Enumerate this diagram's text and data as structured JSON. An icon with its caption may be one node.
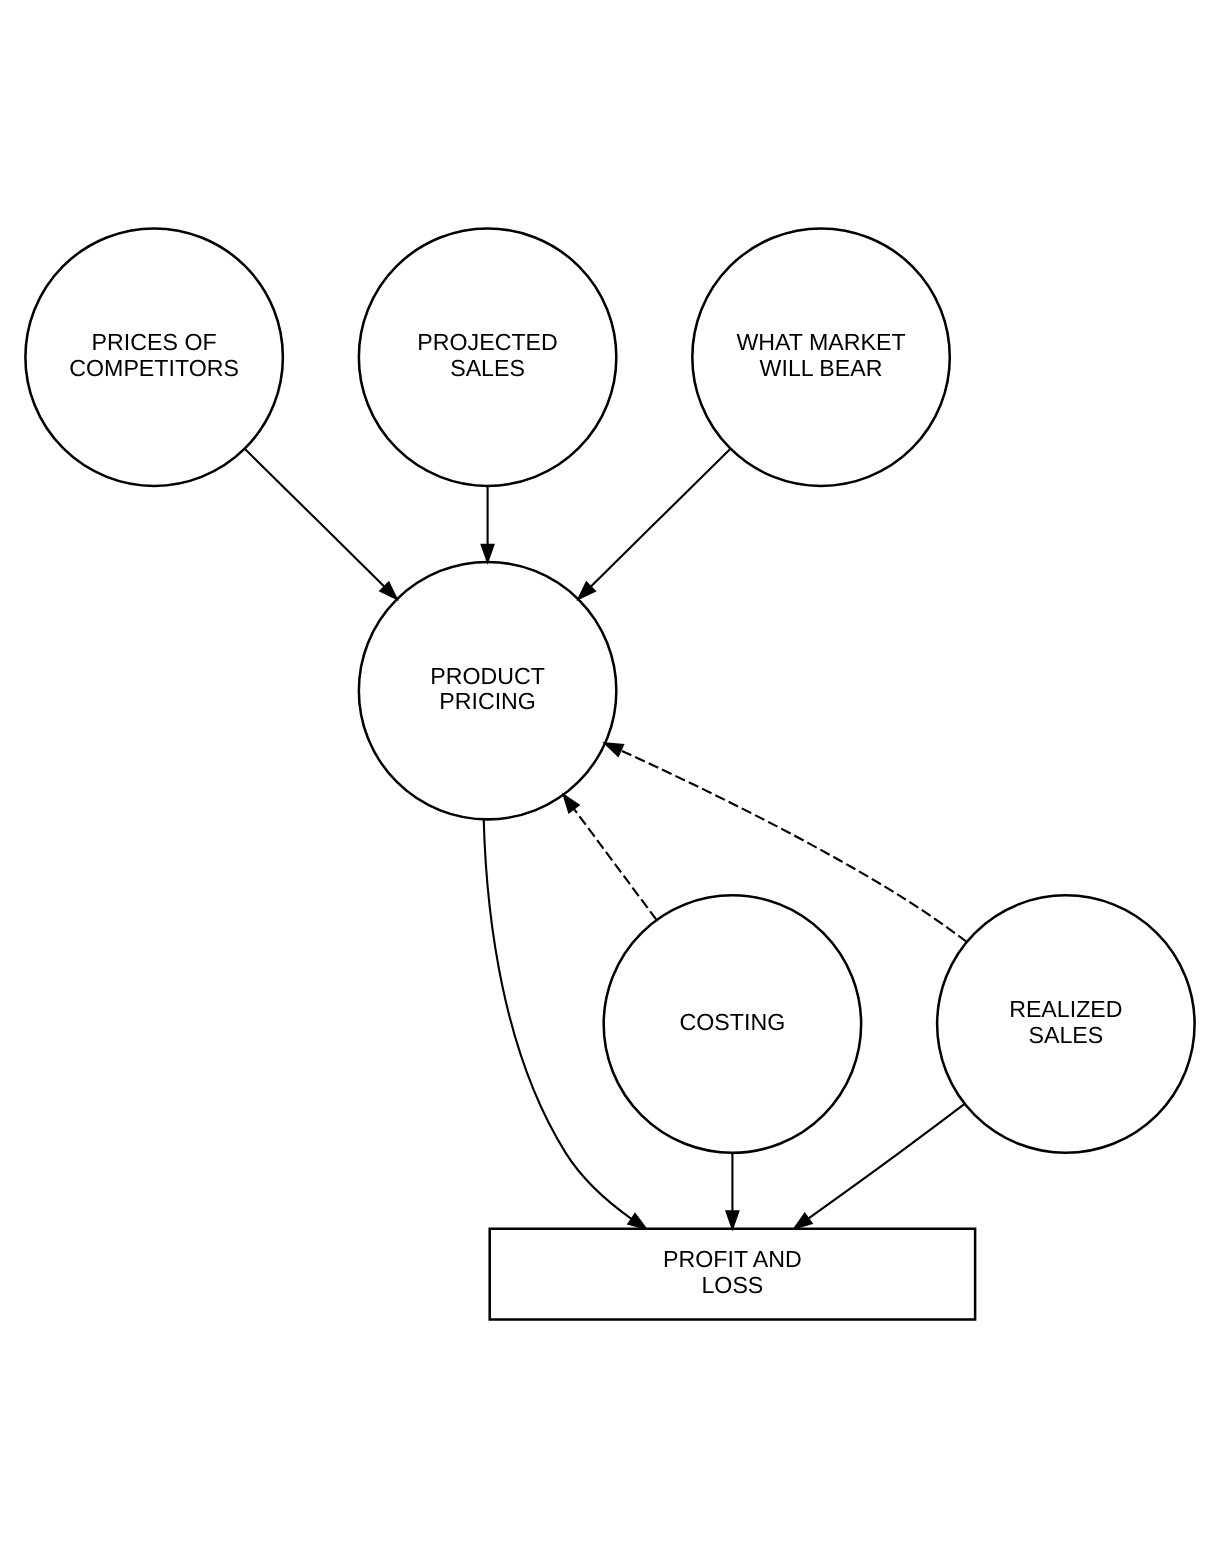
{
  "diagram": {
    "nodes": [
      {
        "text": [
          "PRICES OF COMPETITORS"
        ]
      },
      {
        "text": [
          "PROJECTED SALES"
        ]
      },
      {
        "text": [
          "WHAT MARKET WILL BEAR"
        ]
      },
      {
        "text": [
          "PRODUCT PRICING"
        ]
      },
      {
        "text": [
          "COSTING"
        ]
      },
      {
        "text": [
          "REALIZED SALES"
        ]
      },
      {
        "text": [
          "PROFIT AND LOSS"
        ]
      }
    ],
    "edges": [
      {
        "from": 0,
        "to": 3,
        "arrow": "to"
      },
      {
        "from": 1,
        "to": 3,
        "arrow": "to"
      },
      {
        "from": 2,
        "to": 3,
        "arrow": "to"
      },
      {
        "from": 4,
        "to": 3,
        "arrow": "to",
        "style": "dashed"
      },
      {
        "from": 5,
        "to": 3,
        "arrow": "to",
        "style": "dashed"
      },
      {
        "from": 3,
        "to": 6,
        "arrow": "to"
      },
      {
        "from": 4,
        "to": 6,
        "arrow": "to"
      },
      {
        "from": 5,
        "to": 6,
        "arrow": "to"
      }
    ]
  }
}
